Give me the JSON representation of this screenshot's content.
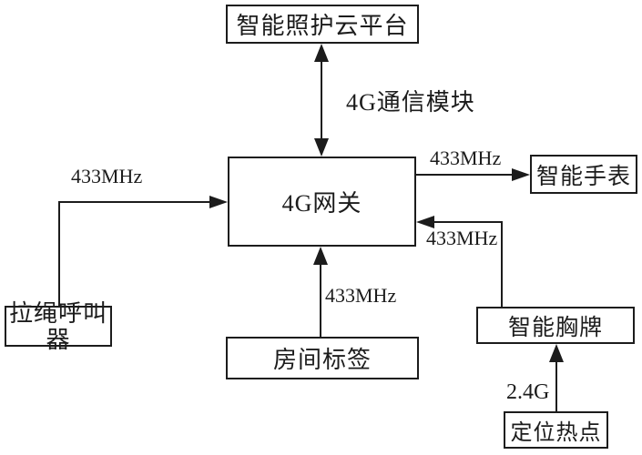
{
  "nodes": {
    "cloud_platform": {
      "label": "智能照护云平台"
    },
    "gateway": {
      "label": "4G网关"
    },
    "smart_watch": {
      "label": "智能手表"
    },
    "pull_cord_caller": {
      "label": "拉绳呼叫器"
    },
    "room_tag": {
      "label": "房间标签"
    },
    "smart_badge": {
      "label": "智能胸牌"
    },
    "positioning_hotspot": {
      "label": "定位热点"
    }
  },
  "edges": {
    "gateway_cloud": {
      "label": "4G通信模块",
      "from": "4G网关",
      "to": "智能照护云平台",
      "style": "bidirectional"
    },
    "pullcord_gateway": {
      "label": "433MHz",
      "from": "拉绳呼叫器",
      "to": "4G网关"
    },
    "gateway_watch": {
      "label": "433MHz",
      "from": "4G网关",
      "to": "智能手表"
    },
    "badge_gateway": {
      "label": "433MHz",
      "from": "智能胸牌",
      "to": "4G网关"
    },
    "roomtag_gateway": {
      "label": "433MHz",
      "from": "房间标签",
      "to": "4G网关"
    },
    "hotspot_badge": {
      "label": "2.4G",
      "from": "定位热点",
      "to": "智能胸牌"
    }
  },
  "colors": {
    "stroke": "#1c1c1c",
    "background": "#ffffff"
  }
}
